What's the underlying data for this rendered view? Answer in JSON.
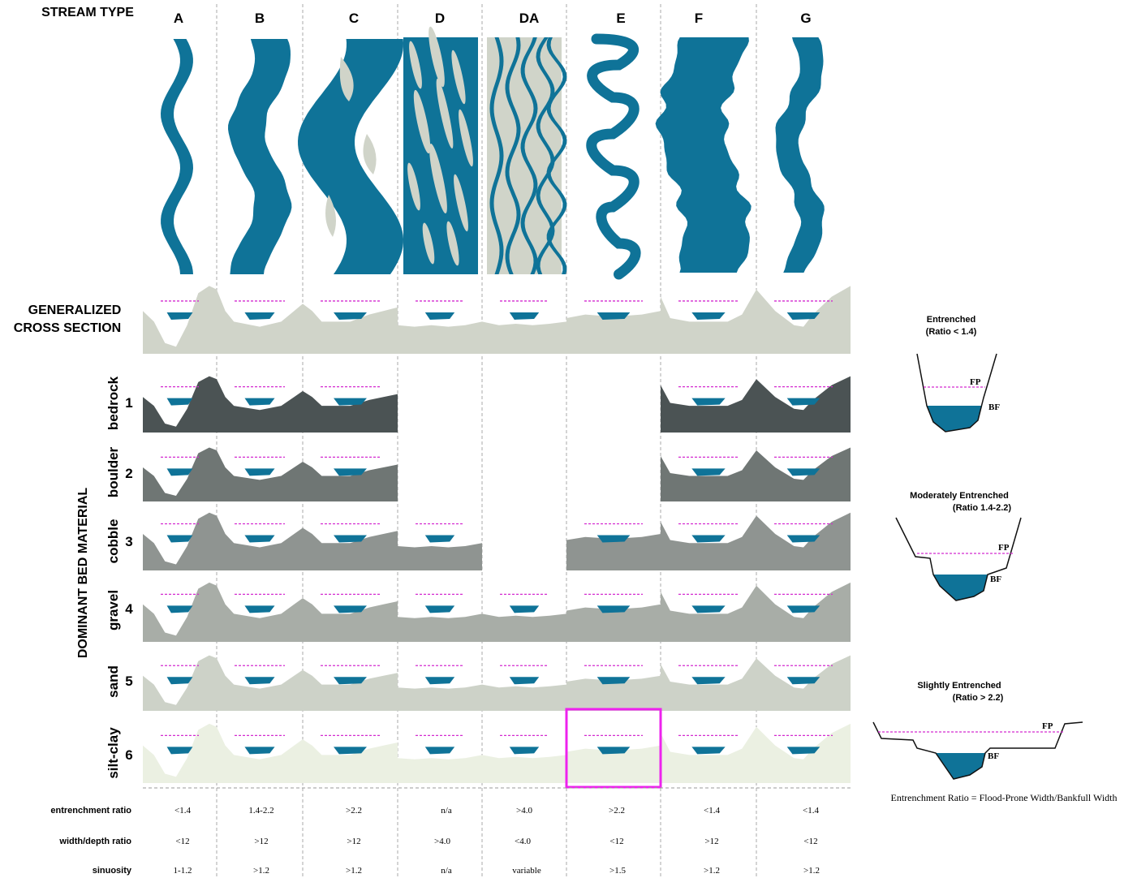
{
  "title": "STREAM TYPE",
  "stream_types": [
    "A",
    "B",
    "C",
    "D",
    "DA",
    "E",
    "F",
    "G"
  ],
  "cross_section_label": [
    "GENERALIZED",
    "CROSS SECTION"
  ],
  "bed_axis_label": "DOMINANT BED MATERIAL",
  "bed_rows": [
    {
      "material": "bedrock",
      "number": "1",
      "present": [
        1,
        1,
        1,
        0,
        0,
        0,
        1,
        1
      ]
    },
    {
      "material": "boulder",
      "number": "2",
      "present": [
        1,
        1,
        1,
        0,
        0,
        0,
        1,
        1
      ]
    },
    {
      "material": "cobble",
      "number": "3",
      "present": [
        1,
        1,
        1,
        1,
        0,
        1,
        1,
        1
      ]
    },
    {
      "material": "gravel",
      "number": "4",
      "present": [
        1,
        1,
        1,
        1,
        1,
        1,
        1,
        1
      ]
    },
    {
      "material": "sand",
      "number": "5",
      "present": [
        1,
        1,
        1,
        1,
        1,
        1,
        1,
        1
      ]
    },
    {
      "material": "silt-clay",
      "number": "6",
      "present": [
        1,
        1,
        1,
        1,
        1,
        1,
        1,
        1
      ]
    }
  ],
  "metrics": [
    {
      "name": "entrenchment ratio",
      "values": [
        "<1.4",
        "1.4-2.2",
        ">2.2",
        "n/a",
        ">4.0",
        ">2.2",
        "<1.4",
        "<1.4"
      ]
    },
    {
      "name": "width/depth ratio",
      "values": [
        "<12",
        ">12",
        ">12",
        ">4.0",
        "<4.0",
        "<12",
        ">12",
        "<12"
      ]
    },
    {
      "name": "sinuosity",
      "values": [
        "1-1.2",
        ">1.2",
        ">1.2",
        "n/a",
        "variable",
        ">1.5",
        ">1.2",
        ">1.2"
      ]
    }
  ],
  "legend": {
    "entrenched": {
      "title": "Entrenched",
      "ratio": "(Ratio < 1.4)"
    },
    "moderate": {
      "title": "Moderately Entrenched",
      "ratio": "(Ratio 1.4-2.2)"
    },
    "slight": {
      "title": "Slightly Entrenched",
      "ratio": "(Ratio > 2.2)"
    },
    "fp_label": "FP",
    "bf_label": "BF",
    "formula": "Entrenchment Ratio = Flood-Prone Width/Bankfull Width"
  },
  "highlight": {
    "row": "silt-clay",
    "stream_type": "E"
  },
  "colors": {
    "water": "#0f7398",
    "bar": "#d0d4c9",
    "flood_line": "#d42bd0",
    "highlight": "#ee22ee",
    "cross_section": "#d0d4c9",
    "bedrock": "#4b5354",
    "boulder": "#6f7674",
    "cobble": "#8f9491",
    "gravel": "#a8ada7",
    "sand": "#cdd2c8",
    "silt_clay": "#ebf0e2"
  }
}
